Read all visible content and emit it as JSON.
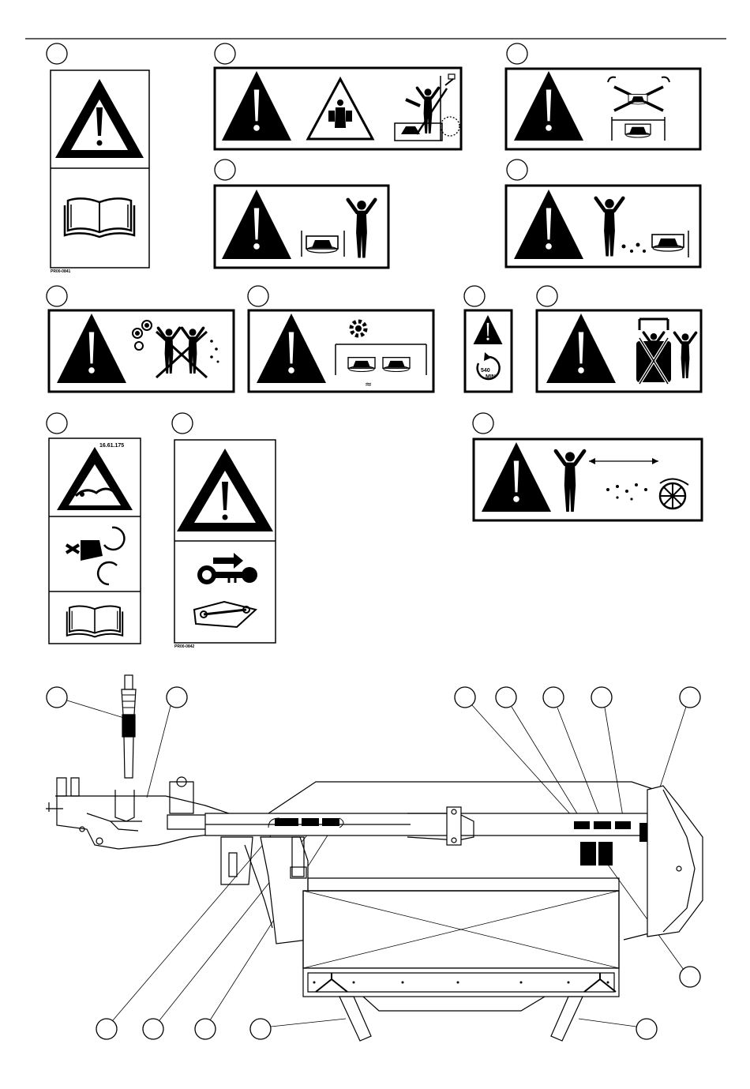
{
  "decals": {
    "manual_decal_code": "PR00-0841",
    "key_decal_code": "PR00-0842",
    "hazard_part_number": "16.61.175",
    "pto_speed": "540",
    "pto_speed_unit": "MIN",
    "approx_symbol": "≈"
  }
}
